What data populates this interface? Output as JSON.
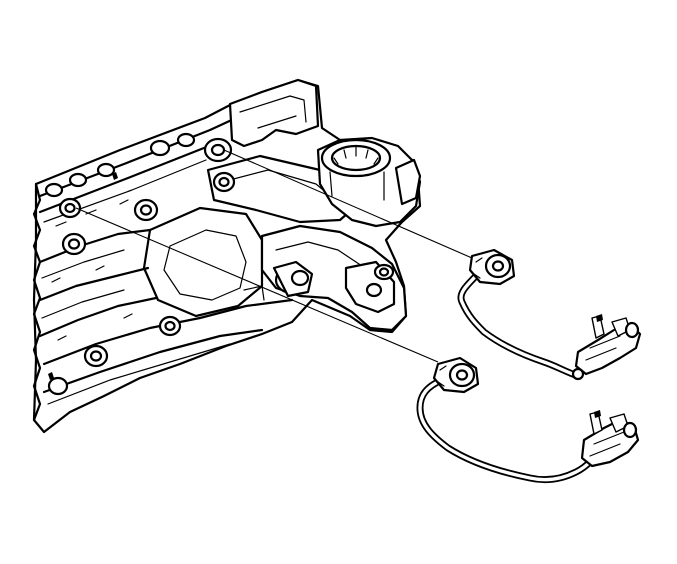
{
  "figure": {
    "background": "#ffffff",
    "line_color": "#000000",
    "parts": [
      {
        "name": "engine-block-assembly"
      },
      {
        "name": "oil-filter-adapter"
      },
      {
        "name": "knock-sensor-upper"
      },
      {
        "name": "knock-sensor-lower"
      },
      {
        "name": "harness-upper"
      },
      {
        "name": "harness-lower"
      },
      {
        "name": "connector-upper"
      },
      {
        "name": "connector-lower"
      }
    ]
  }
}
